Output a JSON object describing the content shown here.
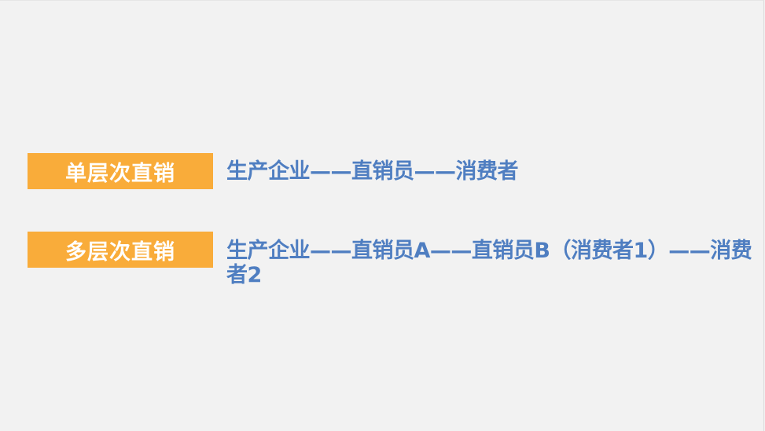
{
  "slide": {
    "rows": [
      {
        "label": "单层次直销",
        "description": "生产企业——直销员——消费者"
      },
      {
        "label": "多层次直销",
        "description": "生产企业——直销员A——直销员B（消费者1）——消费者2"
      }
    ],
    "colors": {
      "background": "#f2f2f2",
      "label_background": "#f9ac3a",
      "label_text": "#ffffff",
      "description_text": "#4f7ec1"
    }
  }
}
